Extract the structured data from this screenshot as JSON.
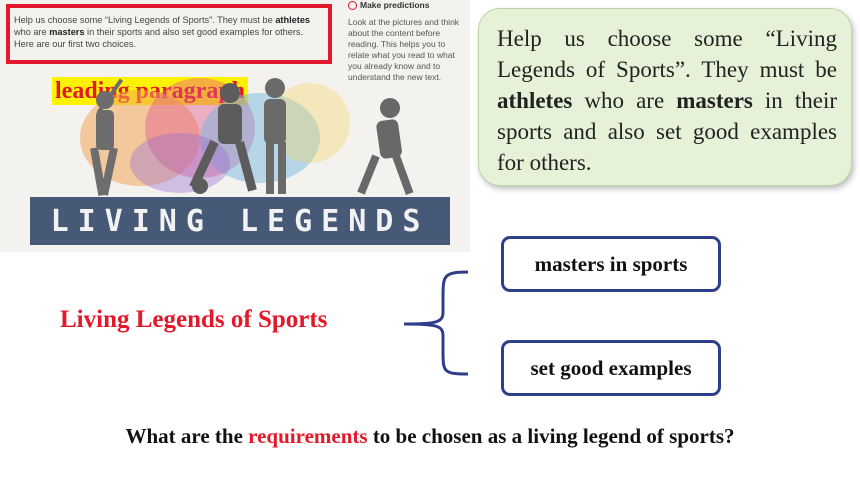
{
  "book": {
    "paragraph_parts": [
      "Help us choose some “Living Legends of Sports”. They must be ",
      "athletes",
      " who are ",
      "masters",
      " in their sports and also set good examples for others. Here are our first two choices."
    ],
    "leading_label": "leading paragraph",
    "side_title": "Make predictions",
    "side_text": "Look at the pictures and think about the content before reading. This helps you to relate what you read to what you already know and to understand the new text.",
    "banner": "LIVING LEGENDS"
  },
  "callout": {
    "parts": [
      "Help us choose some “Living Legends of Sports”. They must be ",
      "athletes",
      " who are ",
      "masters",
      " in their sports and also set good examples for others."
    ]
  },
  "mindmap": {
    "center": "Living Legends of Sports",
    "branches": [
      "masters in sports",
      "set good examples"
    ]
  },
  "question": {
    "before": "What are the ",
    "highlight": "requirements",
    "after": " to be chosen as a living legend of sports?"
  },
  "colors": {
    "accent_red": "#e2192b",
    "box_border": "#2f3e8a",
    "callout_bg": "#e6f2d7",
    "banner": "#465a78"
  }
}
